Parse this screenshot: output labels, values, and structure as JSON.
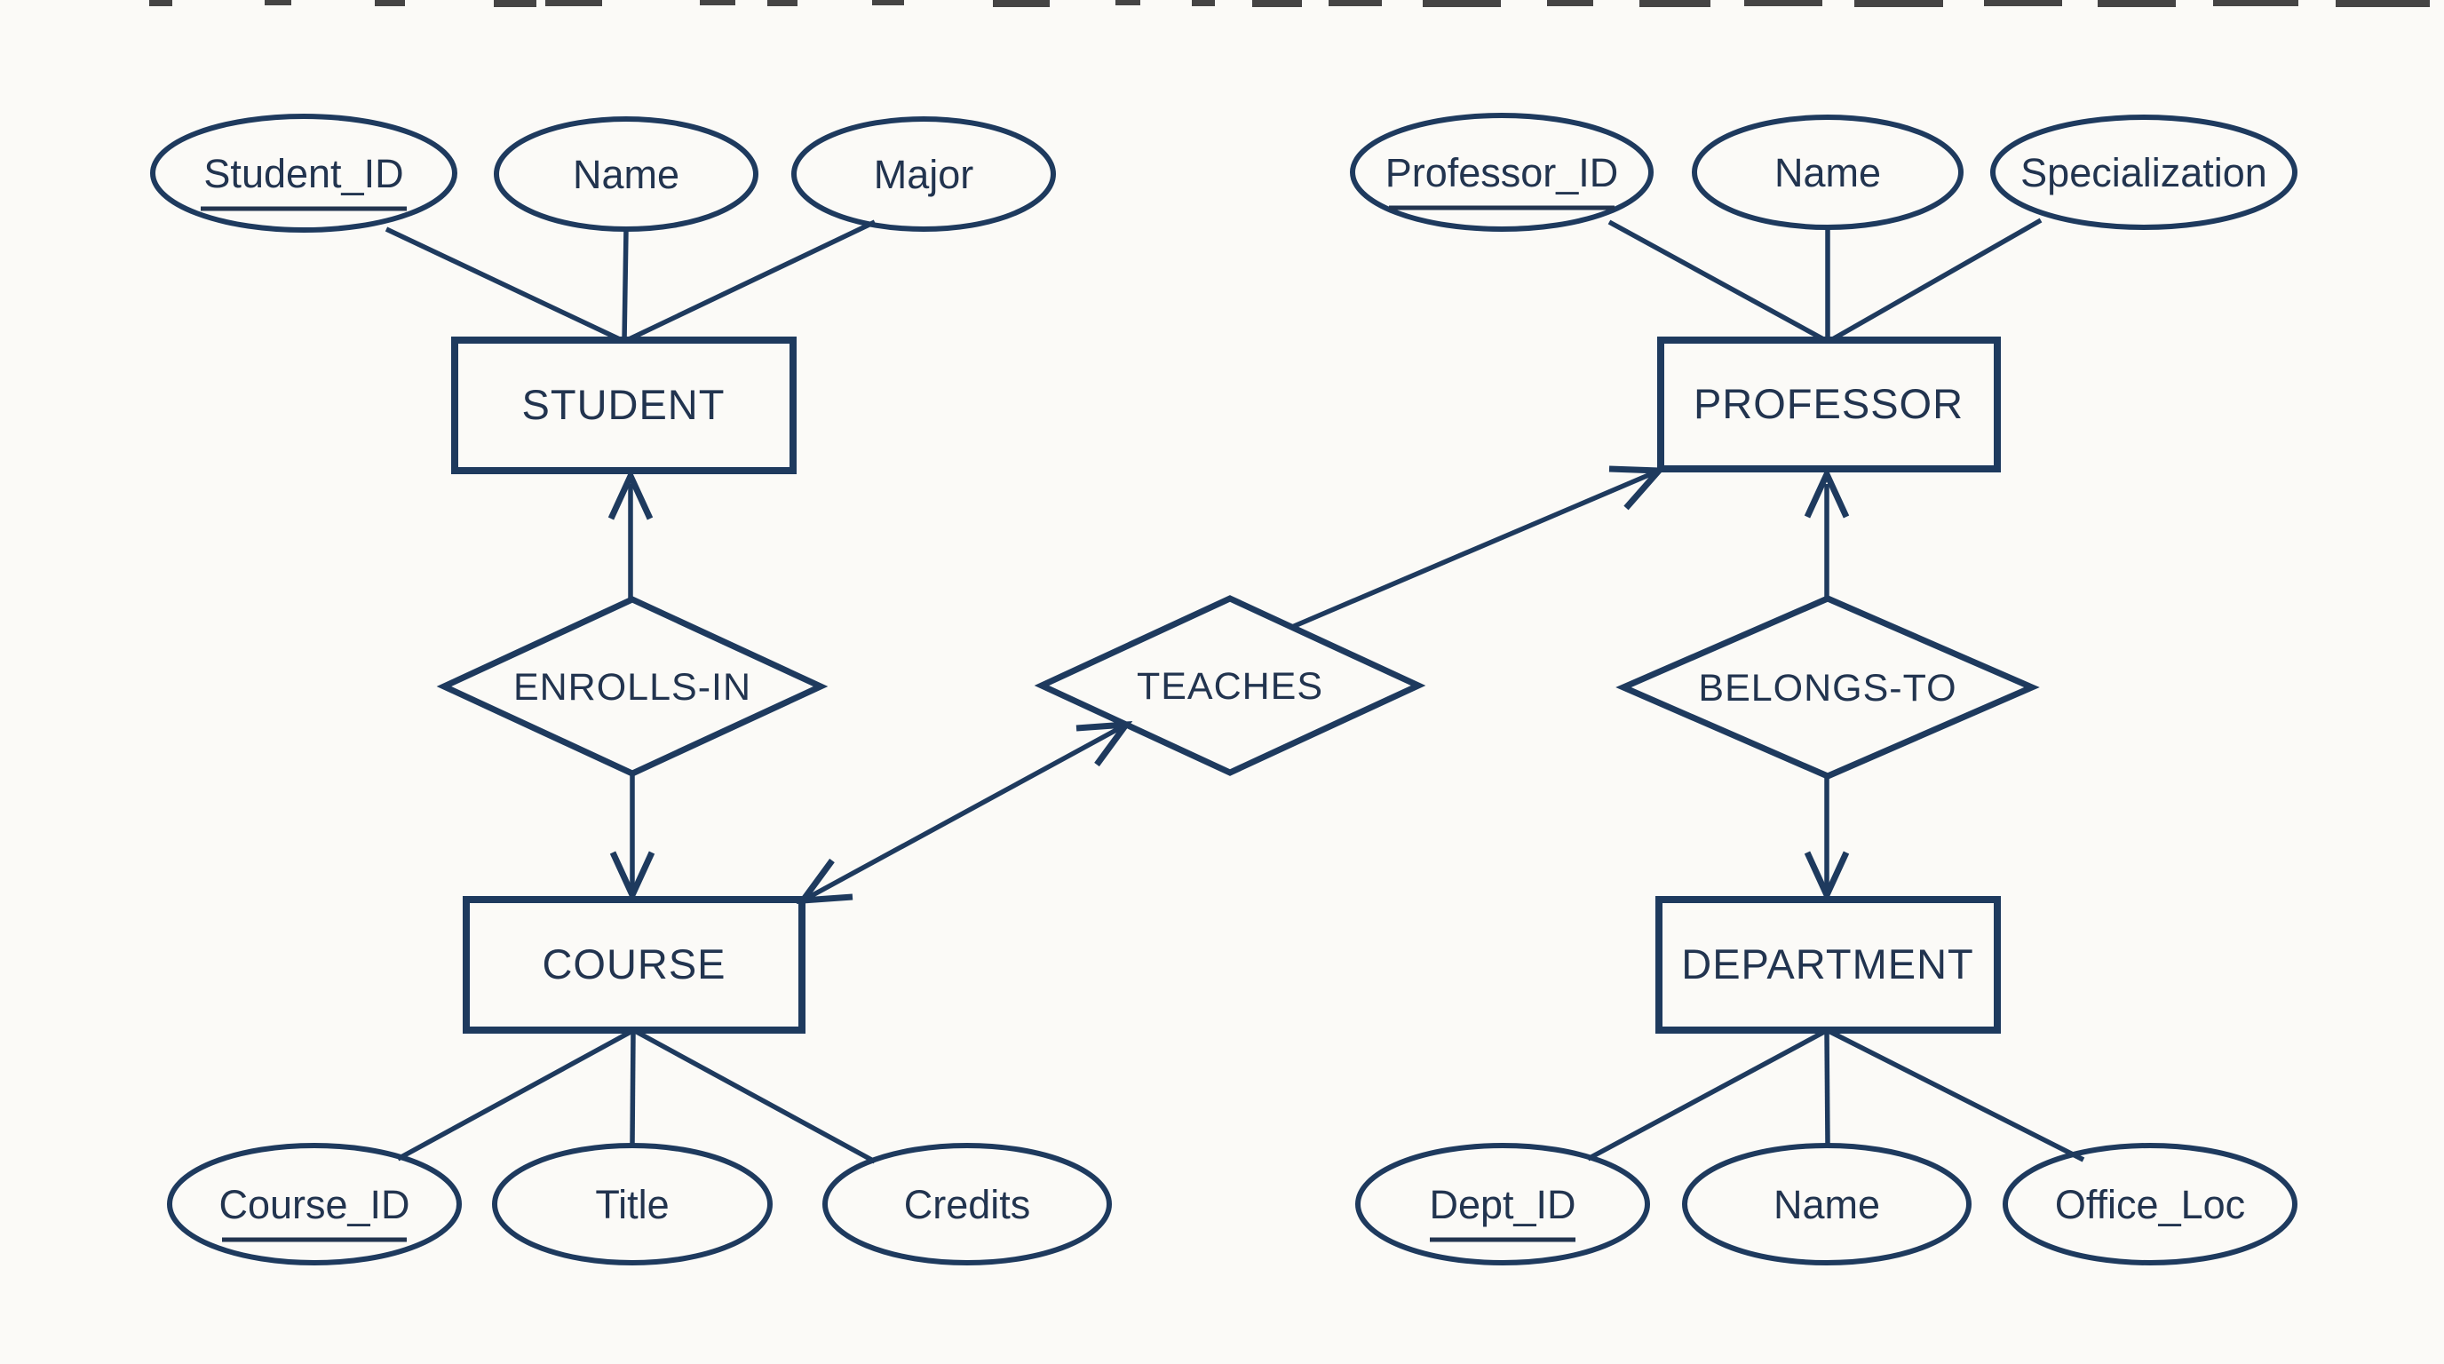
{
  "background_color": "#fbfaf7",
  "stroke_color": "#1e3a5e",
  "text_color": "#22344f",
  "diagram": {
    "type": "entity-relationship",
    "entities": {
      "student": {
        "label": "STUDENT",
        "attributes": [
          {
            "label": "Student_ID",
            "is_key": true
          },
          {
            "label": "Name",
            "is_key": false
          },
          {
            "label": "Major",
            "is_key": false
          }
        ]
      },
      "course": {
        "label": "COURSE",
        "attributes": [
          {
            "label": "Course_ID",
            "is_key": true
          },
          {
            "label": "Title",
            "is_key": false
          },
          {
            "label": "Credits",
            "is_key": false
          }
        ]
      },
      "professor": {
        "label": "PROFESSOR",
        "attributes": [
          {
            "label": "Professor_ID",
            "is_key": true
          },
          {
            "label": "Name",
            "is_key": false
          },
          {
            "label": "Specialization",
            "is_key": false
          }
        ]
      },
      "department": {
        "label": "DEPARTMENT",
        "attributes": [
          {
            "label": "Dept_ID",
            "is_key": true
          },
          {
            "label": "Name",
            "is_key": false
          },
          {
            "label": "Office_Loc",
            "is_key": false
          }
        ]
      }
    },
    "relationships": [
      {
        "label": "ENROLLS-IN",
        "from": "STUDENT",
        "to": "COURSE"
      },
      {
        "label": "TEACHES",
        "from": "PROFESSOR",
        "to": "COURSE"
      },
      {
        "label": "BELONGS-TO",
        "from": "PROFESSOR",
        "to": "DEPARTMENT"
      }
    ]
  }
}
